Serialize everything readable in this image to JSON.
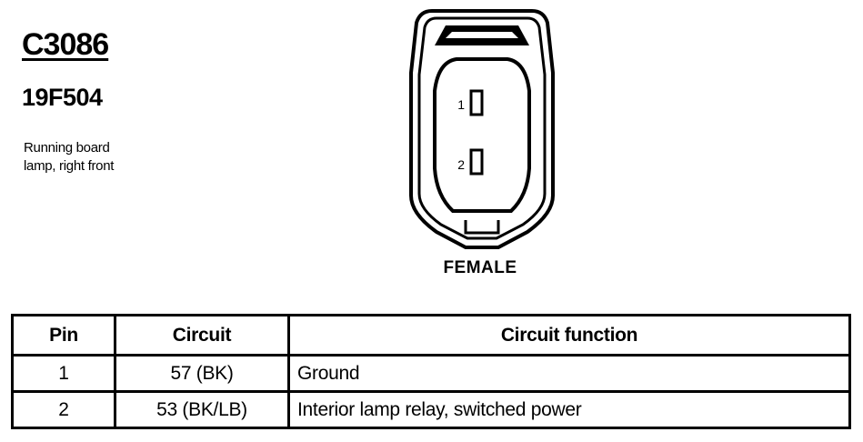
{
  "connector": {
    "id": "C3086",
    "part_number": "19F504",
    "description_lines": [
      "Running board",
      "lamp, right front"
    ]
  },
  "diagram": {
    "pins": [
      {
        "label": "1"
      },
      {
        "label": "2"
      }
    ],
    "gender_label": "FEMALE"
  },
  "table": {
    "headers": [
      "Pin",
      "Circuit",
      "Circuit function"
    ],
    "rows": [
      {
        "pin": "1",
        "circuit": "57 (BK)",
        "function": "Ground"
      },
      {
        "pin": "2",
        "circuit": "53 (BK/LB)",
        "function": "Interior lamp relay, switched power"
      }
    ]
  }
}
